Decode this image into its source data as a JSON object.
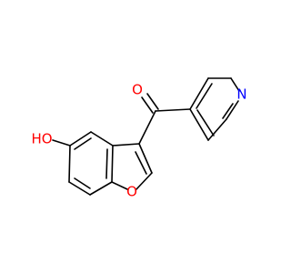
{
  "molecule": {
    "atoms": {
      "carbonyl_oxygen": {
        "label": "O",
        "color": "#ff0000"
      },
      "pyridine_nitrogen": {
        "label": "N",
        "color": "#0000ff"
      },
      "hydroxyl": {
        "label": "HO",
        "color": "#ff0000"
      },
      "furan_oxygen": {
        "label": "O",
        "color": "#ff0000"
      }
    },
    "bond_color": "#000000",
    "background": "#ffffff"
  }
}
